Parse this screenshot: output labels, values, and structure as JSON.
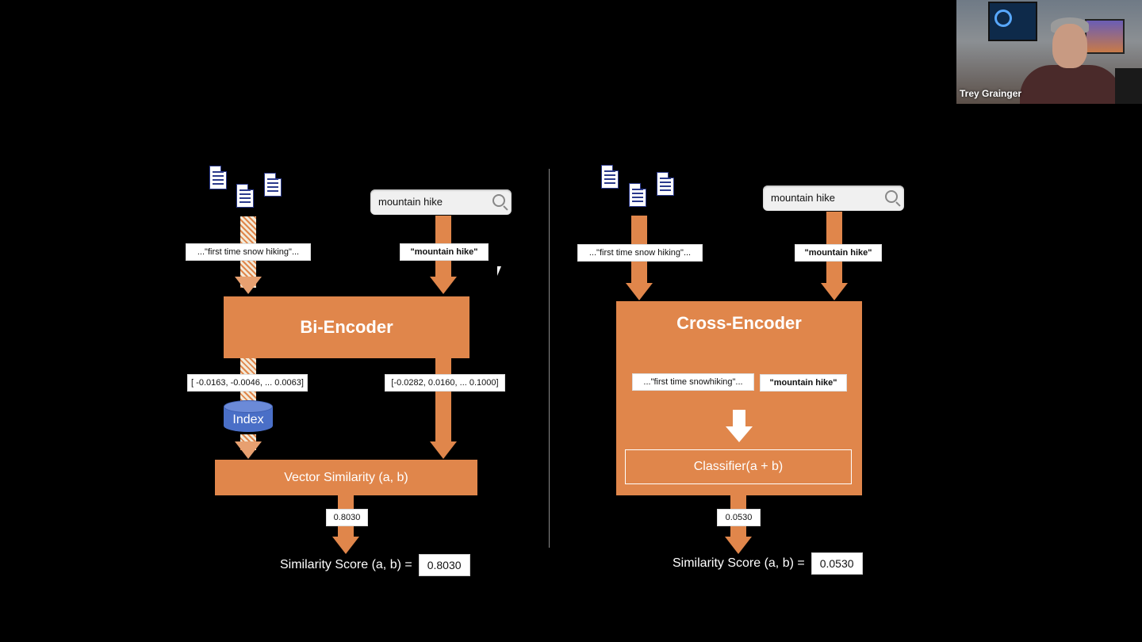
{
  "webcam": {
    "name": "Trey Grainger"
  },
  "bi": {
    "doc_text": "...\"first time snow hiking\"...",
    "query": "mountain hike",
    "query_label": "\"mountain hike\"",
    "encoder": "Bi-Encoder",
    "doc_vector": "[ -0.0163, -0.0046, ... 0.0063]",
    "query_vector": "[-0.0282, 0.0160, ... 0.1000]",
    "index": "Index",
    "similarity": "Vector Similarity (a, b)",
    "score_small": "0.8030",
    "score_label": "Similarity Score (a, b) =",
    "score": "0.8030"
  },
  "cross": {
    "doc_text": "...\"first time snow hiking\"...",
    "query": "mountain hike",
    "query_label": "\"mountain hike\"",
    "encoder": "Cross-Encoder",
    "inner_doc": "...\"first time snowhiking\"...",
    "inner_query": "\"mountain hike\"",
    "classifier": "Classifier(a + b)",
    "score_small": "0.0530",
    "score_label": "Similarity Score (a, b) =",
    "score": "0.0530"
  },
  "icons": [
    "document-icon",
    "search-icon",
    "database-icon",
    "arrow-icon"
  ]
}
